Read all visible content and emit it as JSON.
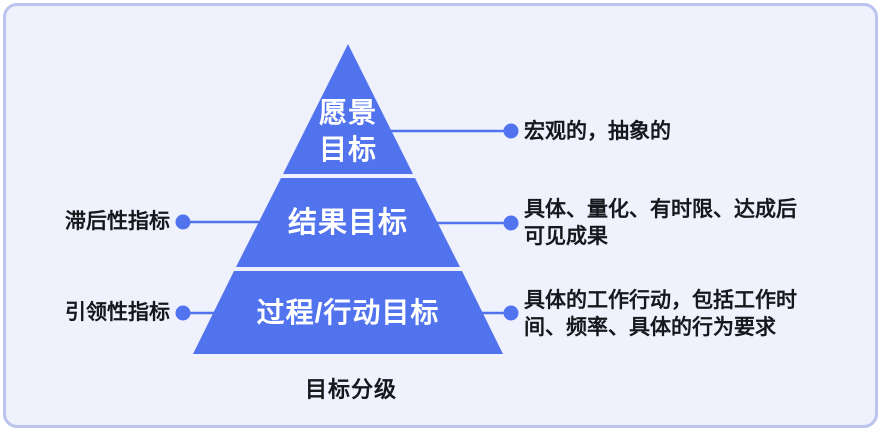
{
  "colors": {
    "pyramid_blue": "#5173ee",
    "card_background": "#eff2fc",
    "card_border": "#bac4ee",
    "label_text": "#16181d",
    "pyramid_text": "#ffffff"
  },
  "pyramid": {
    "levels": [
      {
        "label_lines": [
          "愿景",
          "目标"
        ]
      },
      {
        "label_lines": [
          "结果目标"
        ]
      },
      {
        "label_lines": [
          "过程/行动目标"
        ]
      }
    ],
    "caption": "目标分级"
  },
  "left_indicators": [
    {
      "label": "滞后性指标"
    },
    {
      "label": "引领性指标"
    }
  ],
  "right_annotations": [
    {
      "lines": [
        "宏观的，抽象的"
      ]
    },
    {
      "lines": [
        "具体、量化、有时限、达成后",
        "可见成果"
      ]
    },
    {
      "lines": [
        "具体的工作行动，包括工作时",
        "间、频率、具体的行为要求"
      ]
    }
  ]
}
